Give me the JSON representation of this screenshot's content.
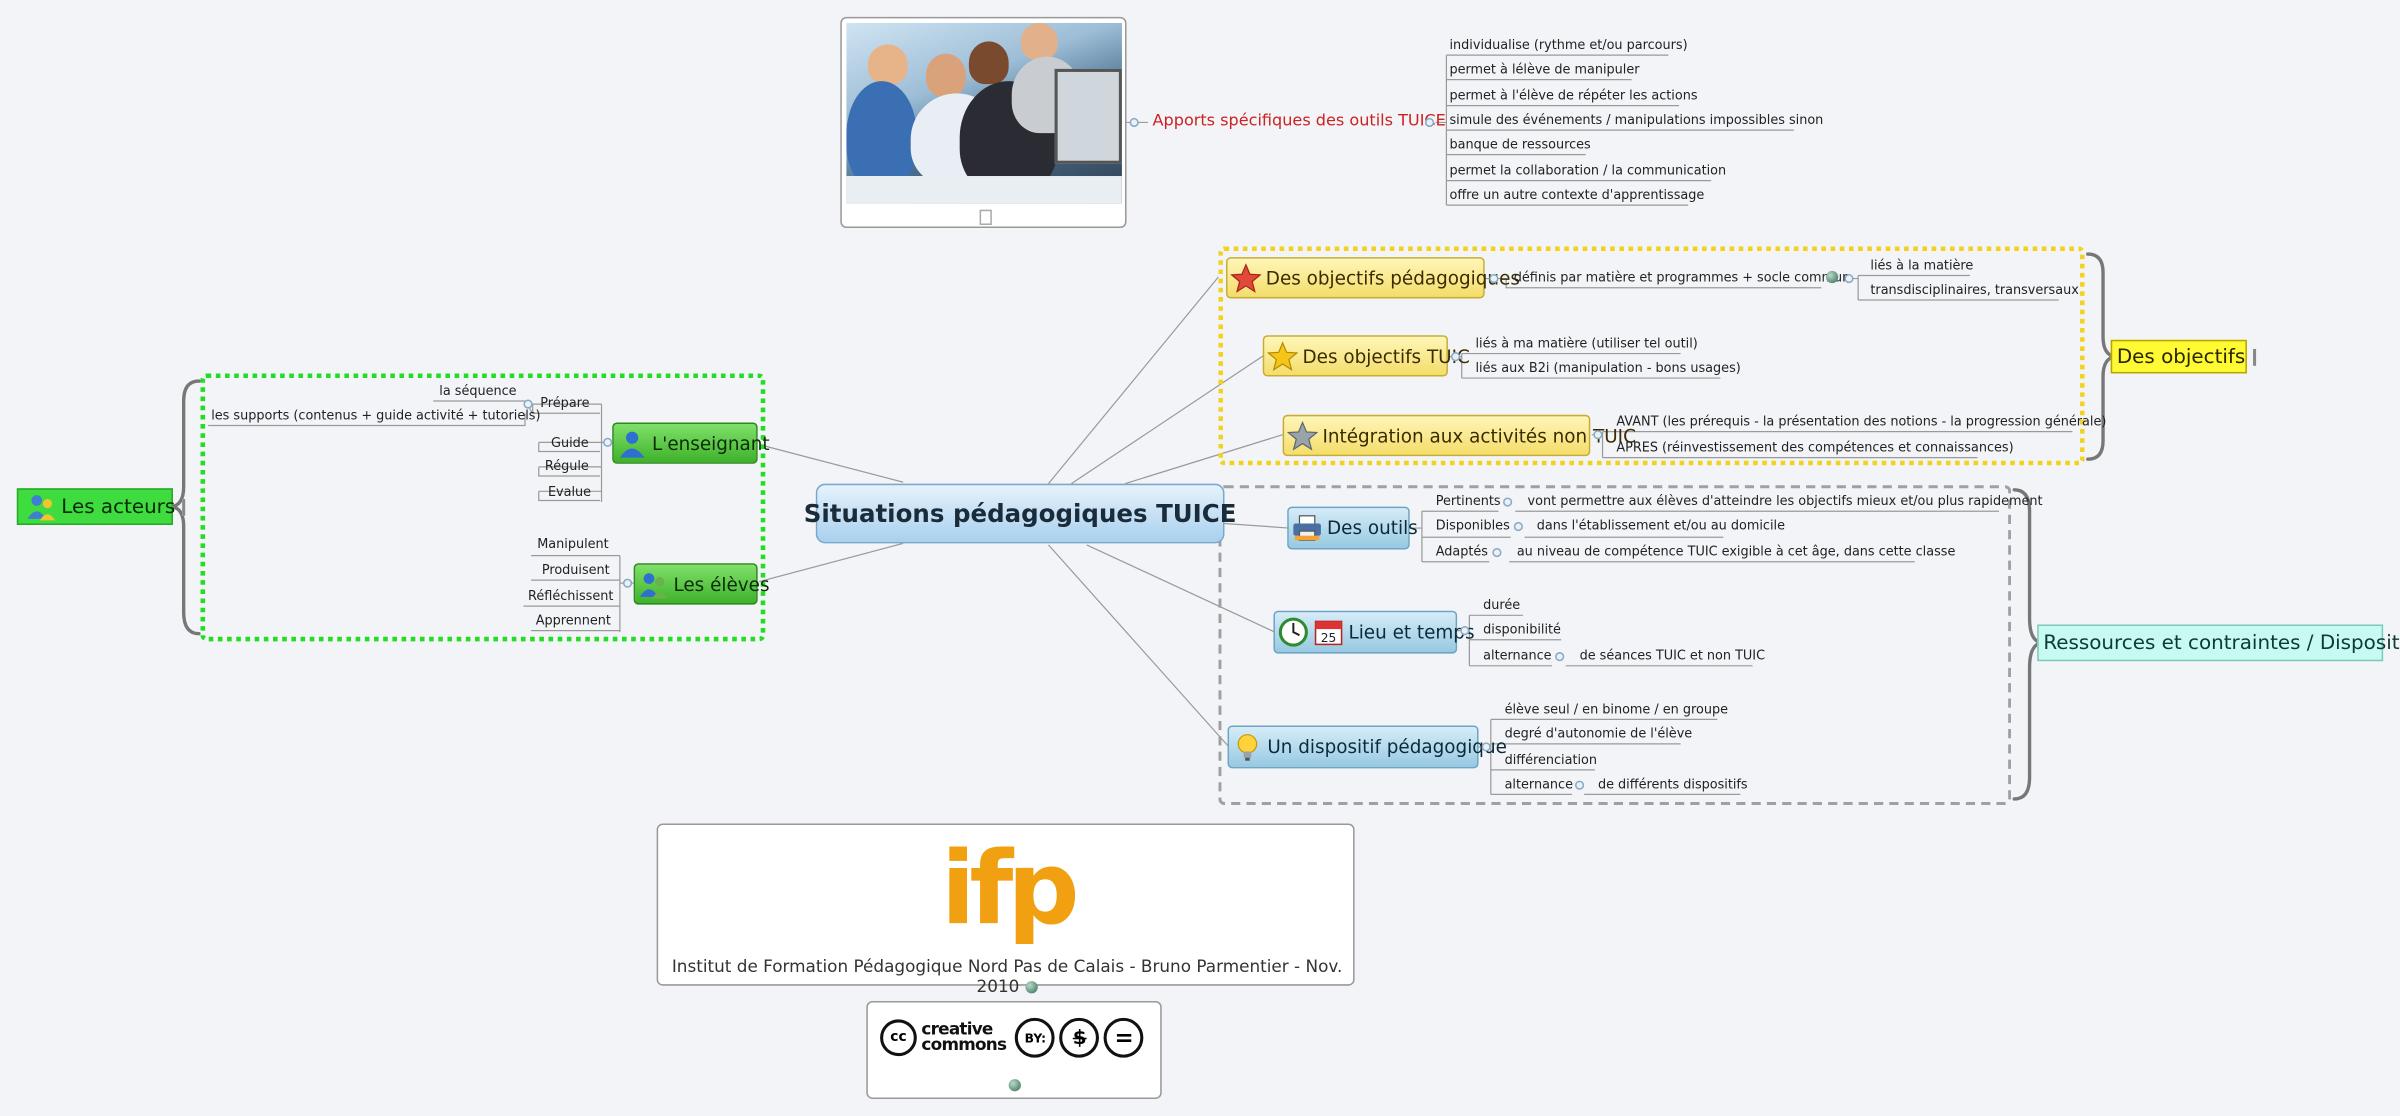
{
  "central": {
    "title": "Situations pédagogiques TUICE"
  },
  "acteurs": {
    "summary_label": "Les acteurs",
    "enseignant": {
      "label": "L'enseignant",
      "prepare": {
        "label": "Prépare",
        "items": [
          "la séquence",
          "les supports (contenus + guide activité + tutoriels)"
        ]
      },
      "others": [
        "Guide",
        "Régule",
        "Evalue"
      ]
    },
    "eleves": {
      "label": "Les élèves",
      "items": [
        "Manipulent",
        "Produisent",
        "Réfléchissent",
        "Apprennent"
      ]
    }
  },
  "apports": {
    "label": "Apports spécifiques des outils TUICE",
    "items": [
      "individualise (rythme et/ou parcours)",
      "permet à lélève de manipuler",
      "permet à l'élève de répéter les actions",
      "simule des événements / manipulations impossibles sinon",
      "banque de ressources",
      "permet la collaboration / la communication",
      "offre un autre contexte d'apprentissage"
    ]
  },
  "objectifs": {
    "summary_label": "Des objectifs",
    "pedagogiques": {
      "label": "Des objectifs pédagogiques",
      "child": "définis par matière et programmes + socle commun",
      "sub": [
        "liés à la matière",
        "transdisciplinaires, transversaux"
      ]
    },
    "tuic": {
      "label": "Des objectifs TUIC",
      "items": [
        "liés à ma matière (utiliser tel outil)",
        "liés aux B2i (manipulation - bons usages)"
      ]
    },
    "integration": {
      "label": "Intégration aux activités non TUIC",
      "items": [
        "AVANT (les prérequis - la présentation des notions - la progression générale)",
        "APRES (réinvestissement des compétences et connaissances)"
      ]
    }
  },
  "ressources": {
    "summary_label": "Ressources et contraintes / Dispositif",
    "outils": {
      "label": "Des outils",
      "rows": [
        {
          "key": "Pertinents",
          "value": "vont permettre aux élèves d'atteindre les objectifs mieux et/ou plus rapidement"
        },
        {
          "key": "Disponibles",
          "value": "dans l'établissement et/ou au domicile"
        },
        {
          "key": "Adaptés",
          "value": "au niveau de compétence TUIC exigible à cet âge, dans cette classe"
        }
      ]
    },
    "lieu": {
      "label": "Lieu et temps",
      "calendar_day": "25",
      "items": [
        "durée",
        "disponibilité"
      ],
      "alternance": {
        "key": "alternance",
        "value": "de séances TUIC et non TUIC"
      }
    },
    "dispositif": {
      "label": "Un dispositif pédagogique",
      "items": [
        "élève seul / en binome / en groupe",
        "degré d'autonomie de l'élève",
        "différenciation"
      ],
      "alternance": {
        "key": "alternance",
        "value": "de différents dispositifs"
      }
    }
  },
  "footer": {
    "logo_text": "ifp",
    "credit": "Institut de Formation Pédagogique Nord Pas de Calais - Bruno Parmentier - Nov. 2010",
    "cc_badge": "cc",
    "cc_line1": "creative",
    "cc_line2": "commons",
    "cc_by": "BY:",
    "cc_nc": "$",
    "cc_nd": "="
  },
  "colors": {
    "acteurs_border": "#22dd22",
    "objectifs_border": "#f2d21a",
    "ressources_border": "#a0a0a0",
    "apports_text": "#cc2222"
  },
  "icons": {
    "enseignant": "teacher-icon",
    "eleves": "students-icon",
    "pedagogiques": "red-star-icon",
    "tuic": "gold-star-icon",
    "integration": "grey-star-icon",
    "outils": "printer-icon",
    "lieu": "clock-icon",
    "dispositif": "lightbulb-icon"
  }
}
